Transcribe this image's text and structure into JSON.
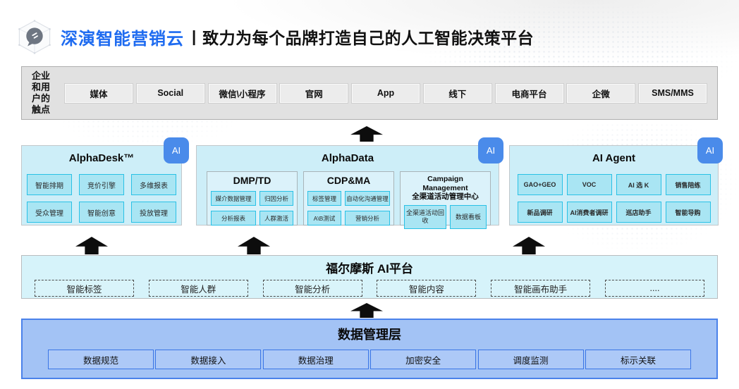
{
  "header": {
    "brand": "深演智能营销云",
    "separator": "|",
    "tagline": "致力为每个品牌打造自己的人工智能决策平台"
  },
  "touchpoints": {
    "label": "企业和用户的触点",
    "items": [
      "媒体",
      "Social",
      "微信\\小程序",
      "官网",
      "App",
      "线下",
      "电商平台",
      "企微",
      "SMS/MMS"
    ]
  },
  "panels": {
    "ai_badge": "AI",
    "alphadesk": {
      "title": "AlphaDesk™",
      "items": [
        "智能排期",
        "竞价引擎",
        "多维报表",
        "受众管理",
        "智能创意",
        "投放管理"
      ]
    },
    "alphadata": {
      "title": "AlphaData",
      "groups": [
        {
          "title": "DMP/TD",
          "items": [
            "媒介数据管理",
            "归因分析",
            "分析报表",
            "人群激活"
          ]
        },
        {
          "title": "CDP&MA",
          "items": [
            "标签管理",
            "自动化沟通管理",
            "A\\B测试",
            "营销分析"
          ]
        },
        {
          "title": "Campaign Management",
          "title2": "全渠道活动管理中心",
          "items": [
            "全渠道活动回收",
            "数据看板"
          ]
        }
      ]
    },
    "ai_agent": {
      "title": "AI Agent",
      "items": [
        "GAO+GEO",
        "VOC",
        "AI 选 K",
        "销售陪练",
        "新品调研",
        "AI消费者调研",
        "巡店助手",
        "智能导购"
      ]
    }
  },
  "sherlock": {
    "title": "福尔摩斯 AI平台",
    "items": [
      "智能标签",
      "智能人群",
      "智能分析",
      "智能内容",
      "智能画布助手",
      "...."
    ]
  },
  "data_layer": {
    "title": "数据管理层",
    "items": [
      "数据规范",
      "数据接入",
      "数据治理",
      "加密安全",
      "调度监测",
      "标示关联"
    ]
  },
  "colors": {
    "brand_blue": "#1e6bf0",
    "ai_badge_blue": "#4a8bea",
    "panel_cyan_bg": "#cdeef8",
    "chip_cyan_bg": "#a9e5f3",
    "chip_cyan_border": "#29c1e6",
    "touchbar_gray": "#e1e1e1",
    "sherlock_bg": "#d6f3fa",
    "data_layer_bg": "#a3c3f5",
    "data_layer_border": "#4a82ea",
    "arrow_black": "#0d0d0d"
  }
}
